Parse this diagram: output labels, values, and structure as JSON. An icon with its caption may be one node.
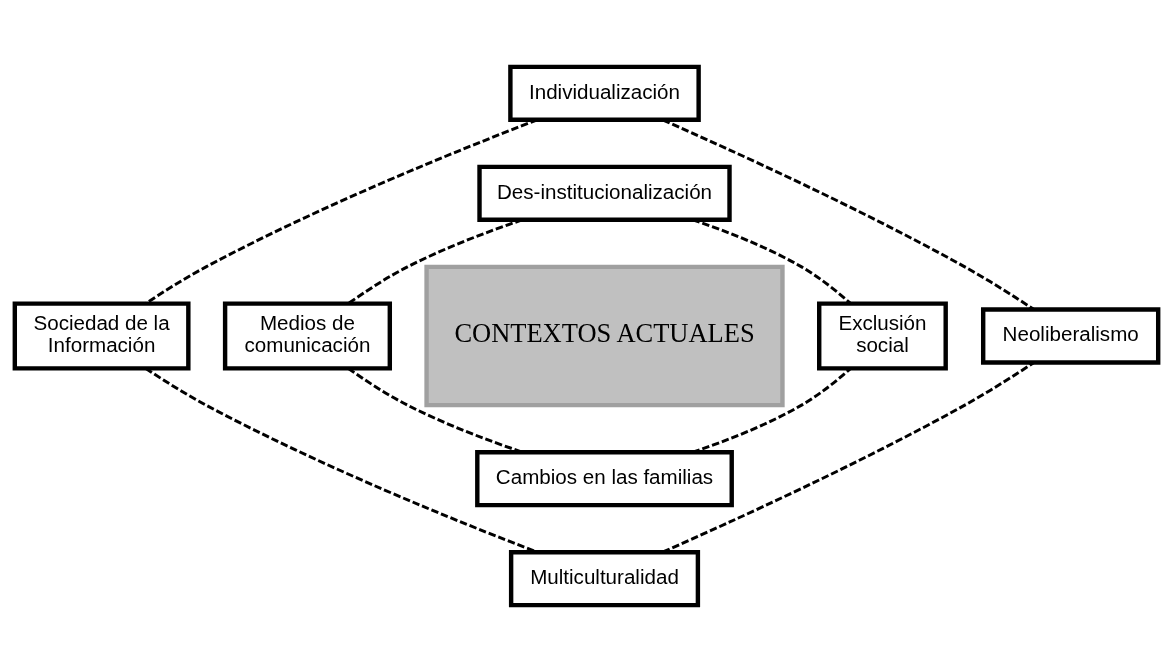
{
  "diagram": {
    "nodes": [
      {
        "text": [
          "Individualización"
        ]
      },
      {
        "text": [
          "Des-institucionalización"
        ]
      },
      {
        "text": [
          "Sociedad de la Información"
        ]
      },
      {
        "text": [
          "Medios de comunicación"
        ]
      },
      {
        "text": [
          "CONTEXTOS ACTUALES"
        ]
      },
      {
        "text": [
          "Exclusión social"
        ]
      },
      {
        "text": [
          "Neoliberalismo"
        ]
      },
      {
        "text": [
          "Cambios en las familias"
        ]
      },
      {
        "text": [
          "Multiculturalidad"
        ]
      }
    ],
    "edges": [
      {
        "from": 0,
        "to": 2,
        "arrow": "none",
        "style": "dashed"
      },
      {
        "from": 0,
        "to": 6,
        "arrow": "none",
        "style": "dashed"
      },
      {
        "from": 1,
        "to": 3,
        "arrow": "none",
        "style": "dashed"
      },
      {
        "from": 1,
        "to": 5,
        "arrow": "none",
        "style": "dashed"
      },
      {
        "from": 3,
        "to": 7,
        "arrow": "none",
        "style": "dashed"
      },
      {
        "from": 7,
        "to": 5,
        "arrow": "none",
        "style": "dashed"
      },
      {
        "from": 2,
        "to": 8,
        "arrow": "none",
        "style": "dashed"
      },
      {
        "from": 8,
        "to": 6,
        "arrow": "none",
        "style": "dashed"
      }
    ]
  }
}
